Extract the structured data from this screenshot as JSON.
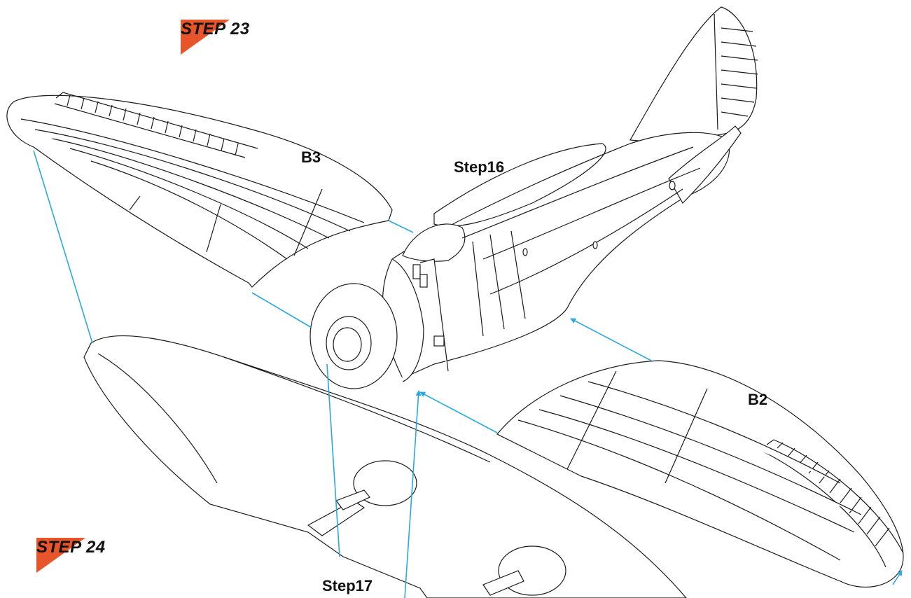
{
  "steps": {
    "step23": "STEP 23",
    "step24": "STEP 24"
  },
  "part_labels": {
    "b3": "B3",
    "b2": "B2"
  },
  "reference_labels": {
    "step16": "Step16",
    "step17": "Step17"
  },
  "colors": {
    "line": "#1a1a1a",
    "arrow": "#2aa8e0",
    "badge": "#e8552a"
  },
  "icons": {
    "arrow": "arrow-icon",
    "badge": "step-wedge-icon"
  }
}
